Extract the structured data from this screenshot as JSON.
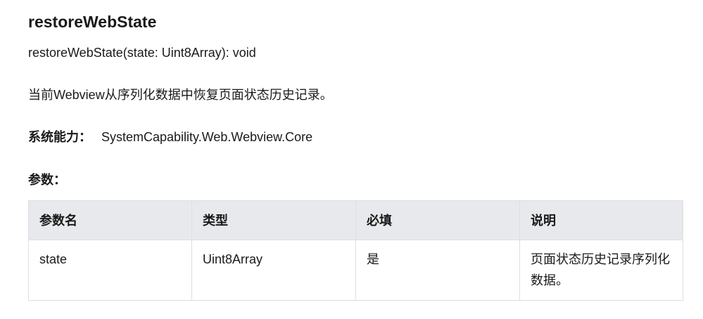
{
  "doc": {
    "title": "restoreWebState",
    "signature": "restoreWebState(state: Uint8Array): void",
    "description": "当前Webview从序列化数据中恢复页面状态历史记录。",
    "capability_label": "系统能力：",
    "capability_value": "SystemCapability.Web.Webview.Core",
    "params_heading": "参数："
  },
  "params_table": {
    "headers": [
      "参数名",
      "类型",
      "必填",
      "说明"
    ],
    "rows": [
      [
        "state",
        "Uint8Array",
        "是",
        "页面状态历史记录序列化数据。"
      ]
    ]
  }
}
